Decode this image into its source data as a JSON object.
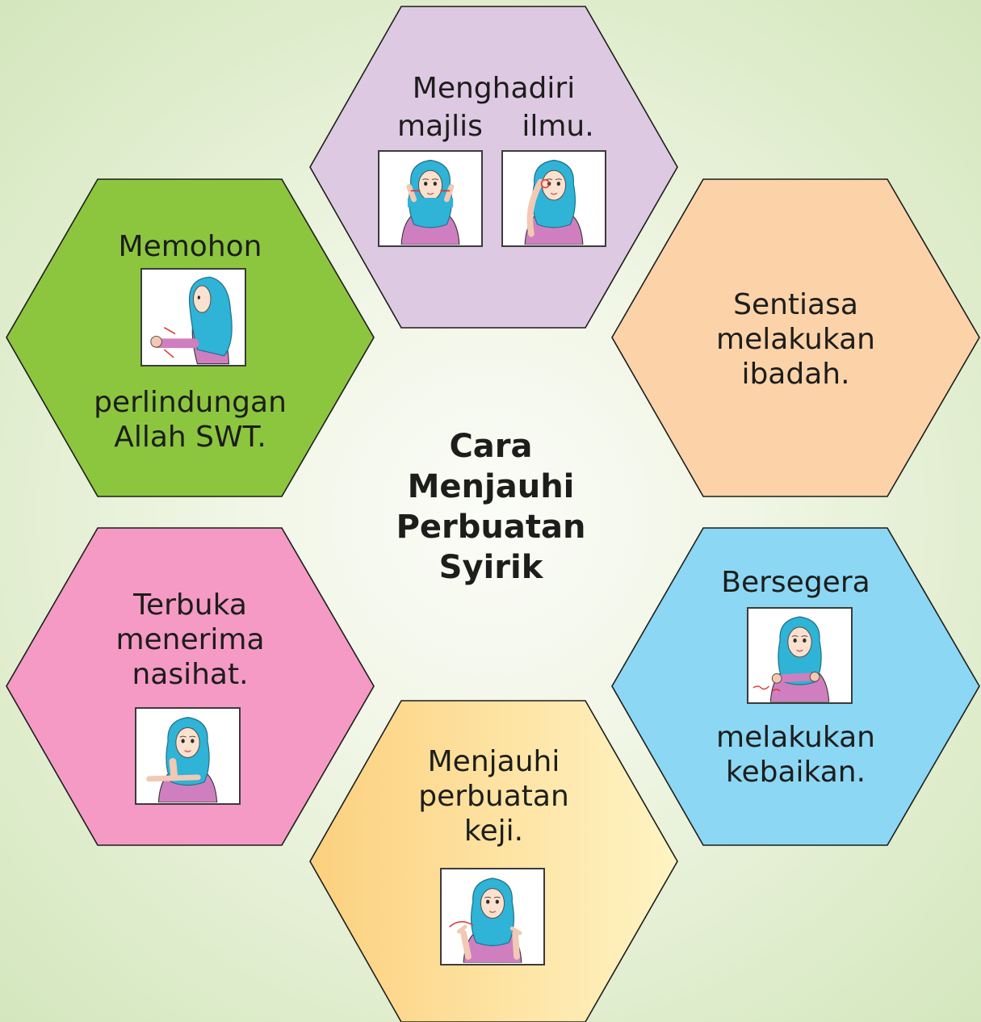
{
  "title": "Cara Menjauhi Perbuatan Syirik",
  "colors": {
    "purple": "#dec9e3",
    "green": "#8cc63f",
    "peach": "#fcd3a9",
    "blue": "#8cd7f4",
    "pink": "#f49ac5",
    "yellow_start": "#fcd07e",
    "yellow_end": "#fff4c4",
    "outline": "#1d1d1b"
  },
  "hexagons": {
    "top": {
      "line1": "Menghadiri",
      "line2_left": "majlis",
      "line2_right": "ilmu.",
      "signs": [
        "majlis-sign",
        "ilmu-sign"
      ]
    },
    "upper_left": {
      "text_top": "Memohon",
      "text_bottom": "perlindungan\nAllah SWT.",
      "signs": [
        "memohon-sign"
      ]
    },
    "upper_right": {
      "text": "Sentiasa\nmelakukan\nibadah."
    },
    "lower_left": {
      "text": "Terbuka\nmenerima\nnasihat.",
      "signs": [
        "terbuka-sign"
      ]
    },
    "lower_right": {
      "text_top": "Bersegera",
      "text_bottom": "melakukan\nkebaikan.",
      "signs": [
        "bersegera-sign"
      ]
    },
    "bottom": {
      "text": "Menjauhi\nperbuatan\nkeji.",
      "signs": [
        "menjauhi-sign"
      ]
    }
  }
}
